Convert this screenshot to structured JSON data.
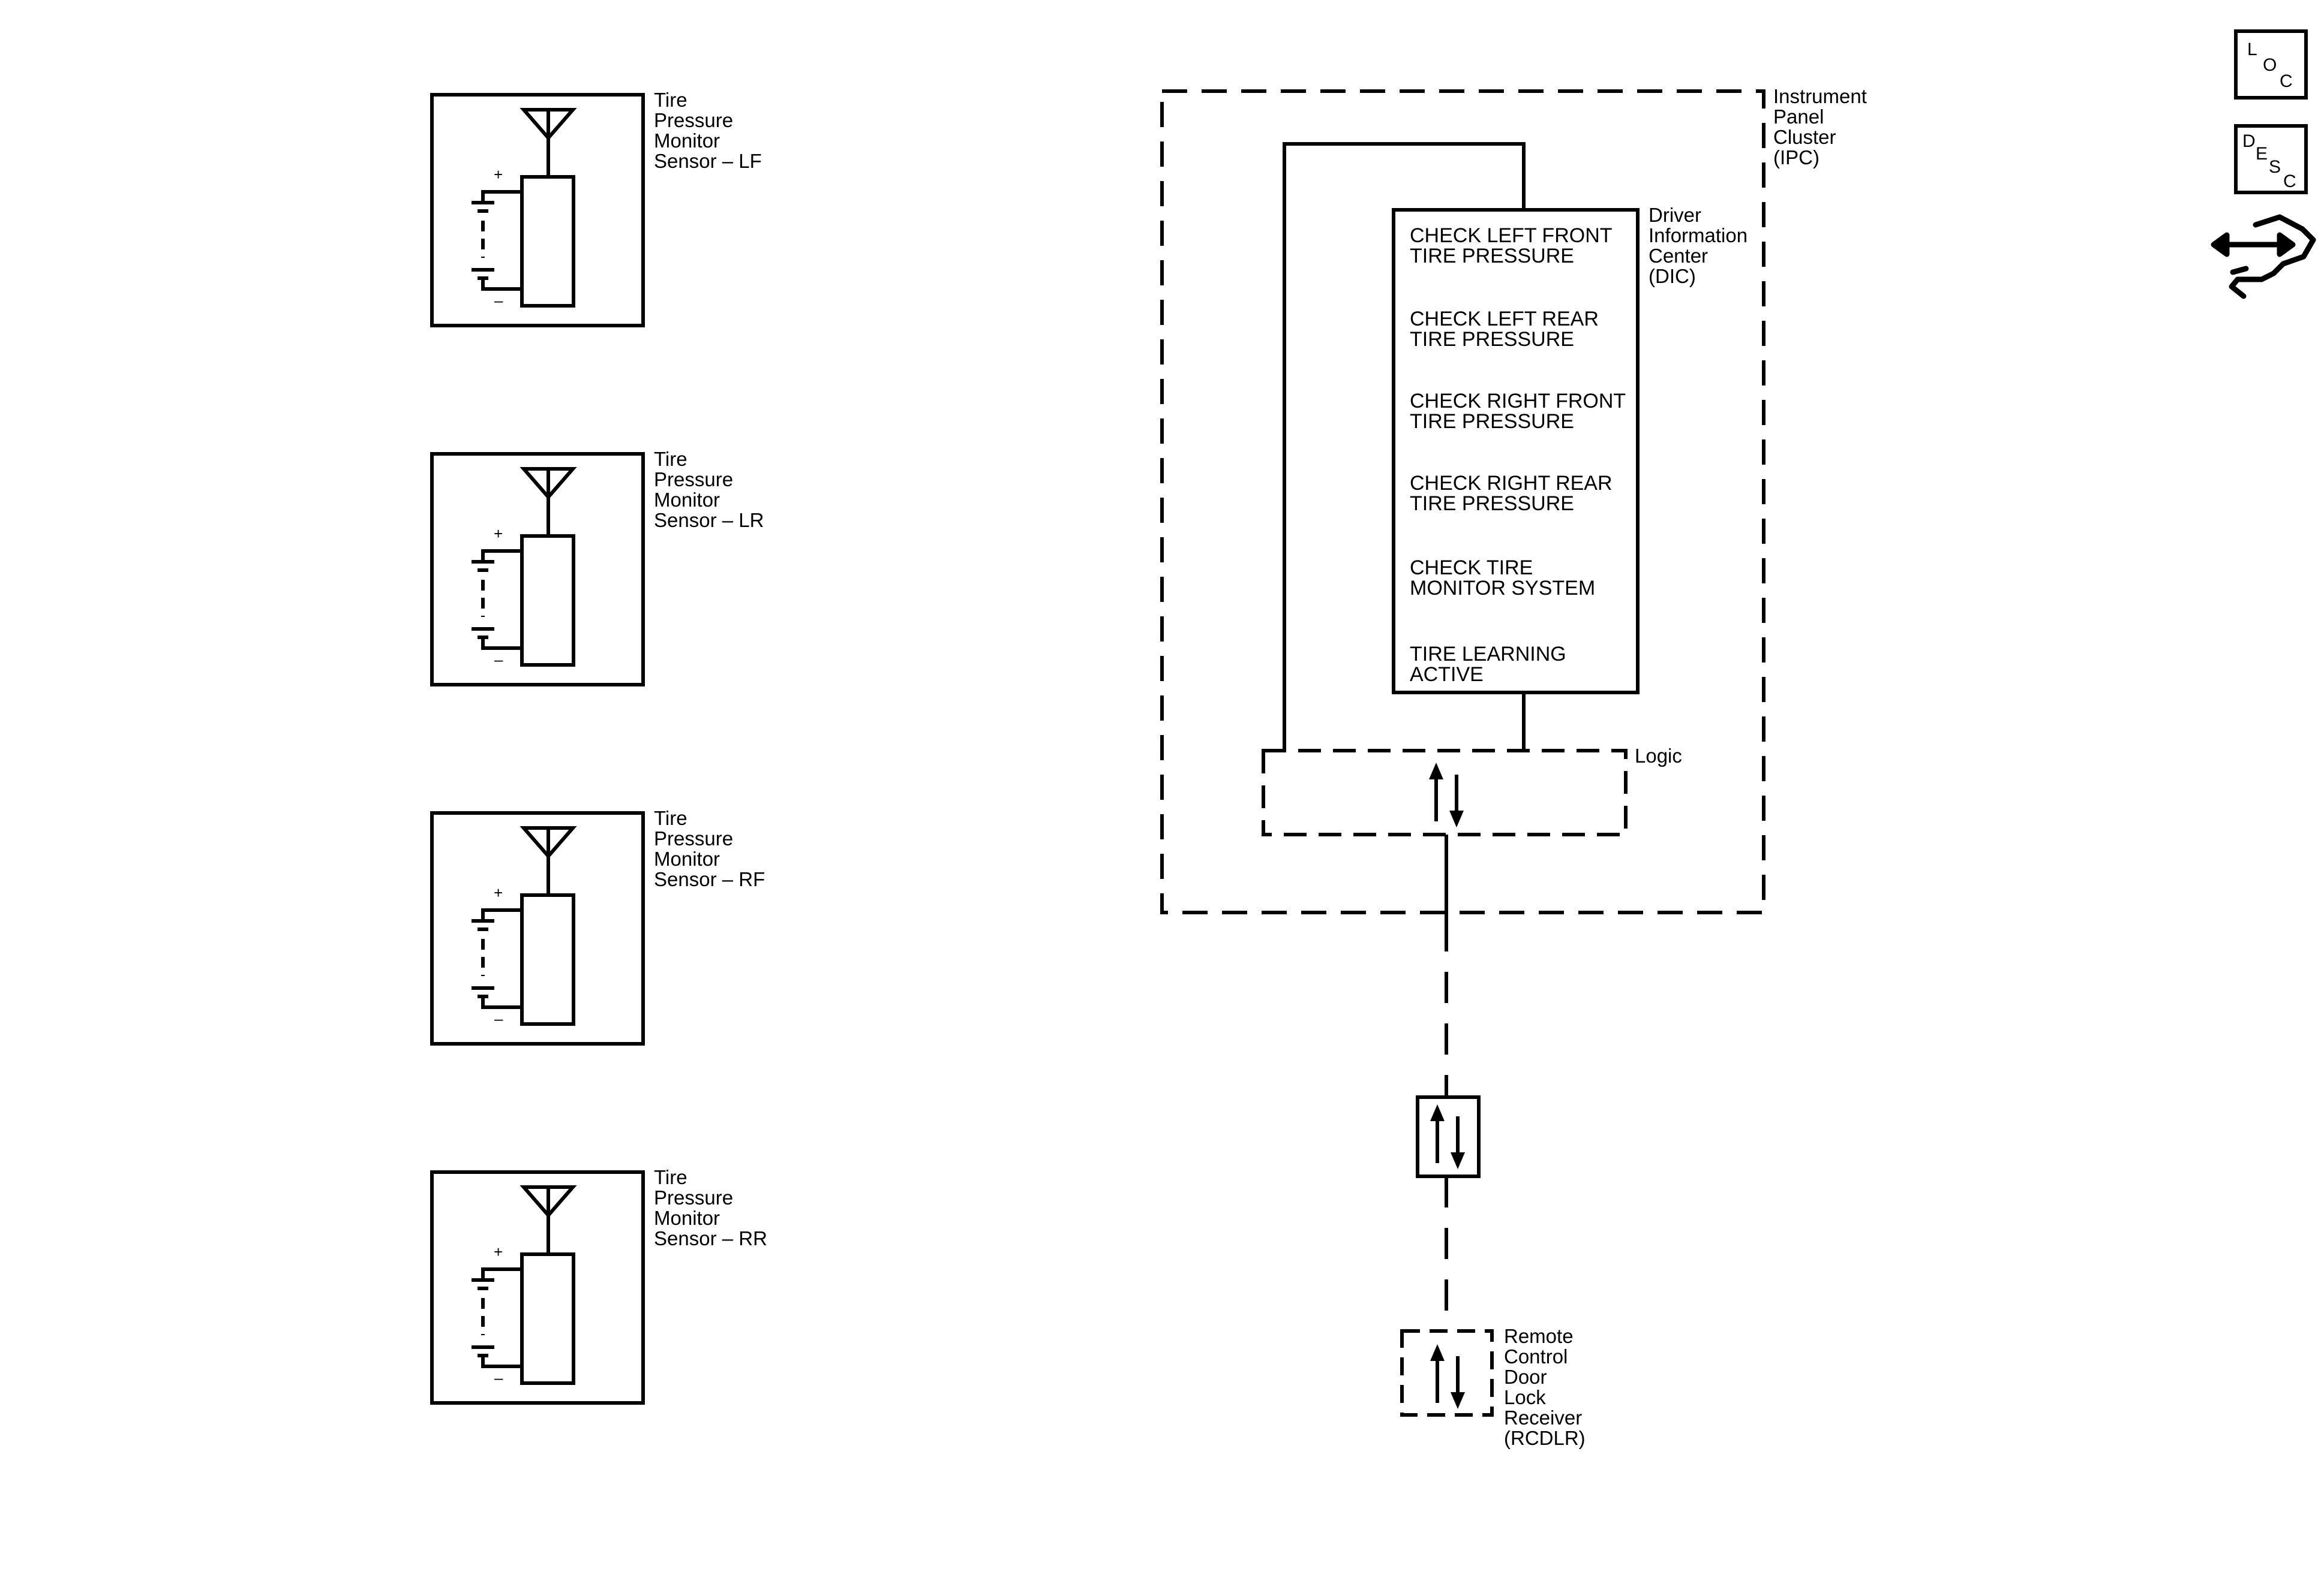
{
  "sensors": [
    {
      "line1": "Tire",
      "line2": "Pressure",
      "line3": "Monitor",
      "line4": "Sensor – LF"
    },
    {
      "line1": "Tire",
      "line2": "Pressure",
      "line3": "Monitor",
      "line4": "Sensor – LR"
    },
    {
      "line1": "Tire",
      "line2": "Pressure",
      "line3": "Monitor",
      "line4": "Sensor – RF"
    },
    {
      "line1": "Tire",
      "line2": "Pressure",
      "line3": "Monitor",
      "line4": "Sensor – RR"
    }
  ],
  "battery": {
    "plus": "+",
    "minus": "–"
  },
  "ipc": {
    "line1": "Instrument",
    "line2": "Panel",
    "line3": "Cluster",
    "line4": "(IPC)"
  },
  "dic": {
    "line1": "Driver",
    "line2": "Information",
    "line3": "Center",
    "line4": "(DIC)"
  },
  "dic_messages": [
    {
      "l1": "CHECK LEFT FRONT",
      "l2": "TIRE PRESSURE"
    },
    {
      "l1": "CHECK LEFT REAR",
      "l2": "TIRE PRESSURE"
    },
    {
      "l1": "CHECK RIGHT FRONT",
      "l2": "TIRE PRESSURE"
    },
    {
      "l1": "CHECK RIGHT REAR",
      "l2": "TIRE PRESSURE"
    },
    {
      "l1": "CHECK TIRE",
      "l2": "MONITOR SYSTEM"
    },
    {
      "l1": "TIRE LEARNING",
      "l2": "ACTIVE"
    }
  ],
  "logic": {
    "label": "Logic"
  },
  "rcdlr": {
    "line1": "Remote",
    "line2": "Control",
    "line3": "Door",
    "line4": "Lock",
    "line5": "Receiver",
    "line6": "(RCDLR)"
  },
  "icons": {
    "loc": {
      "a": "L",
      "b": "O",
      "c": "C",
      "name": "loc-icon"
    },
    "desc": {
      "a": "D",
      "b": "E",
      "c": "S",
      "d": "C",
      "name": "desc-icon"
    },
    "tool": {
      "name": "communication-tool-icon"
    }
  }
}
